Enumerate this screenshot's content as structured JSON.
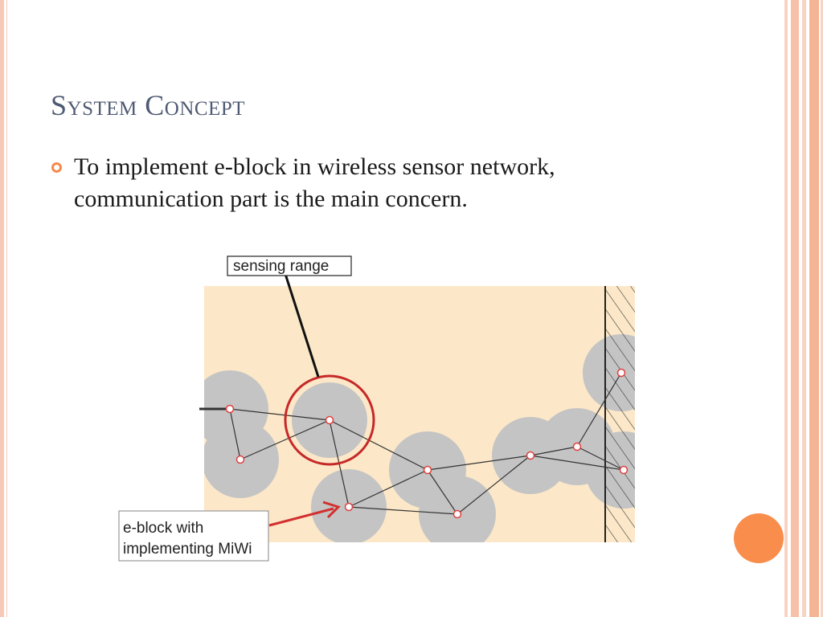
{
  "slide": {
    "title": "System Concept",
    "bullets": [
      "To implement e-block in wireless sensor network, communication part is the main concern."
    ]
  },
  "figure": {
    "callouts": {
      "sensing_range": "sensing range",
      "eblock_line1": "e-block with",
      "eblock_line2": "implementing MiWi"
    },
    "colors": {
      "field_background": "#fce8c8",
      "sensor_coverage": "#c4c4c4",
      "highlight_ring": "#c62828",
      "node_marker": "#e04040",
      "accent_dot": "#f98d4b",
      "title_color": "#4e5a73"
    }
  }
}
